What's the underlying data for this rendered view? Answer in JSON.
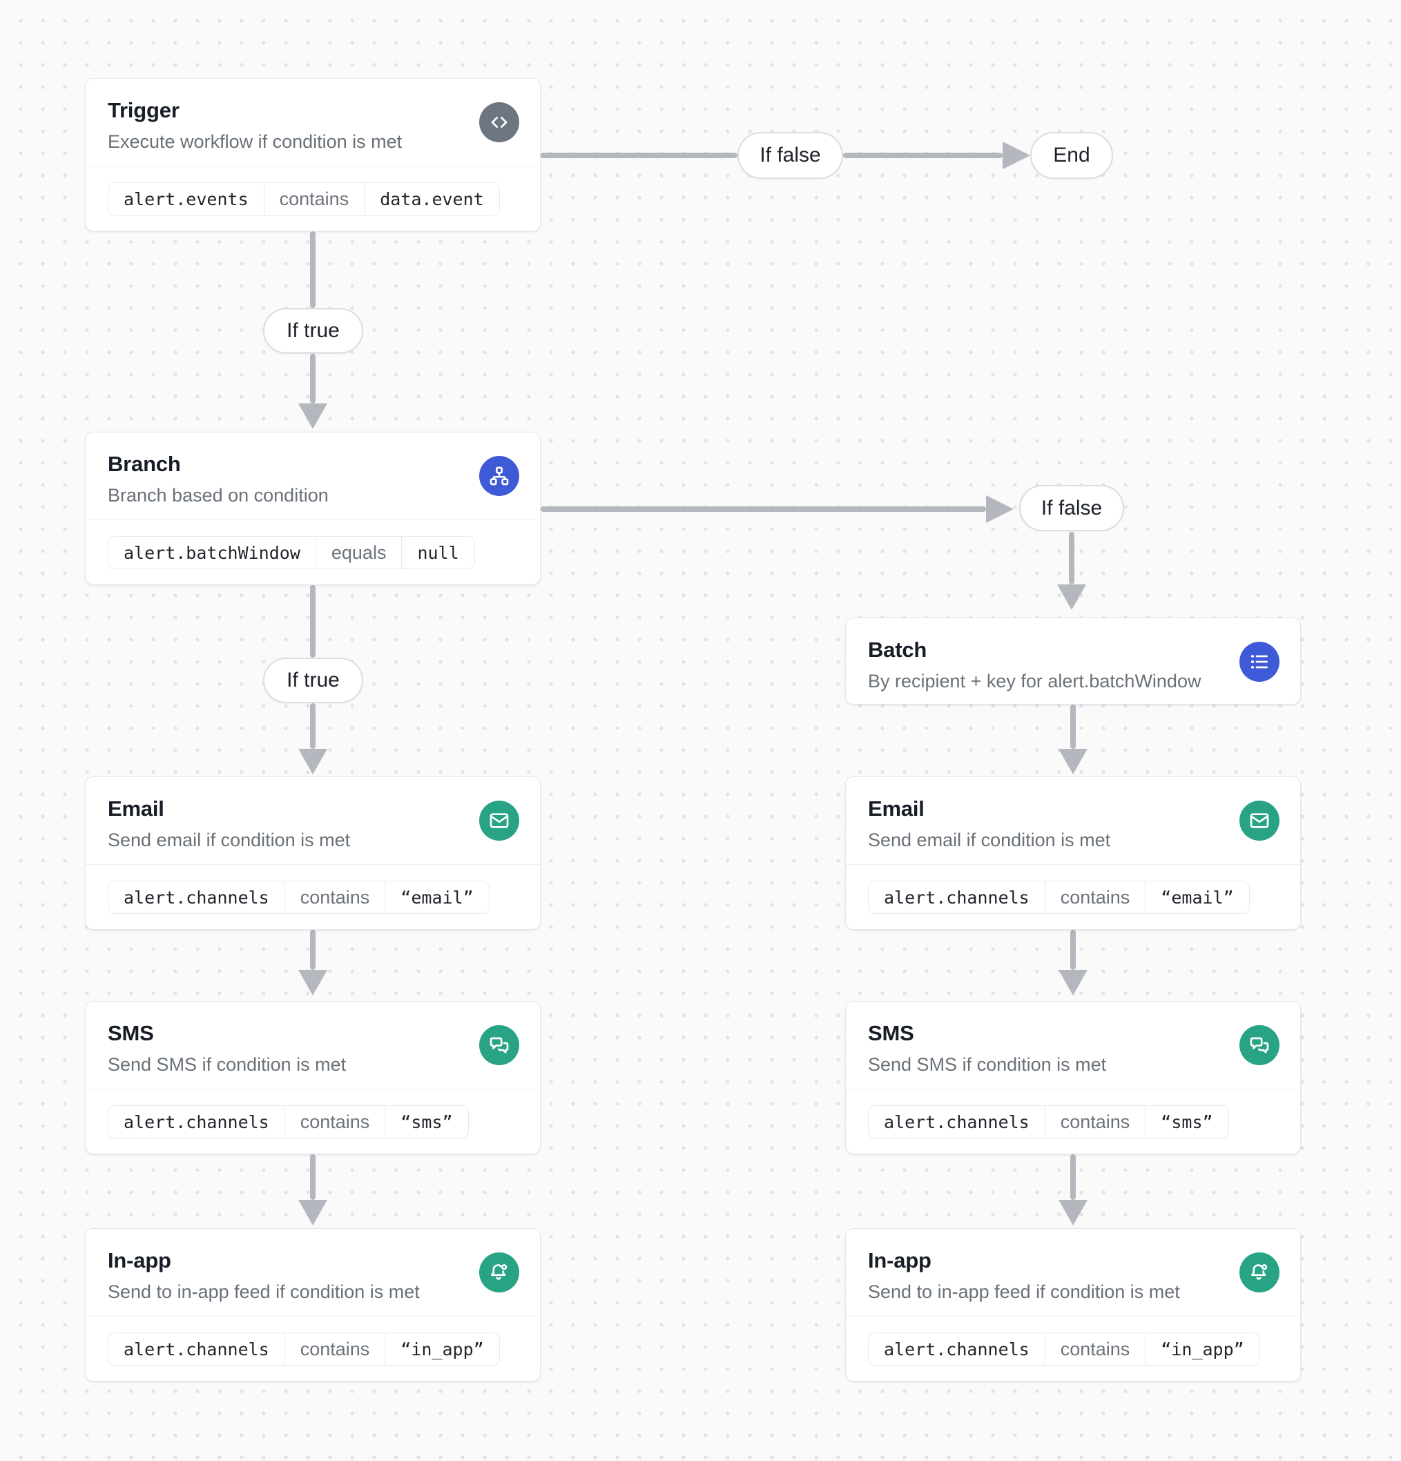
{
  "diagram": {
    "nodes": {
      "trigger": {
        "title": "Trigger",
        "subtitle": "Execute workflow if condition is met",
        "icon": "code-icon",
        "condition": {
          "field": "alert.events",
          "operator": "contains",
          "value": "data.event"
        }
      },
      "branch": {
        "title": "Branch",
        "subtitle": "Branch based on condition",
        "icon": "sitemap-icon",
        "condition": {
          "field": "alert.batchWindow",
          "operator": "equals",
          "value": "null"
        }
      },
      "batch": {
        "title": "Batch",
        "subtitle": "By recipient + key for alert.batchWindow",
        "icon": "list-icon"
      },
      "email_left": {
        "title": "Email",
        "subtitle": "Send email if condition is met",
        "icon": "mail-icon",
        "condition": {
          "field": "alert.channels",
          "operator": "contains",
          "value": "“email”"
        }
      },
      "sms_left": {
        "title": "SMS",
        "subtitle": "Send SMS if condition is met",
        "icon": "chat-icon",
        "condition": {
          "field": "alert.channels",
          "operator": "contains",
          "value": "“sms”"
        }
      },
      "inapp_left": {
        "title": "In-app",
        "subtitle": "Send to in-app feed if condition is met",
        "icon": "bell-icon",
        "condition": {
          "field": "alert.channels",
          "operator": "contains",
          "value": "“in_app”"
        }
      },
      "email_right": {
        "title": "Email",
        "subtitle": "Send email if condition is met",
        "icon": "mail-icon",
        "condition": {
          "field": "alert.channels",
          "operator": "contains",
          "value": "“email”"
        }
      },
      "sms_right": {
        "title": "SMS",
        "subtitle": "Send SMS if condition is met",
        "icon": "chat-icon",
        "condition": {
          "field": "alert.channels",
          "operator": "contains",
          "value": "“sms”"
        }
      },
      "inapp_right": {
        "title": "In-app",
        "subtitle": "Send to in-app feed if condition is met",
        "icon": "bell-icon",
        "condition": {
          "field": "alert.channels",
          "operator": "contains",
          "value": "“in_app”"
        }
      }
    },
    "edge_labels": {
      "if_true": "If true",
      "if_false": "If false",
      "end": "End"
    },
    "colors": {
      "accent_blue": "#3e5ad6",
      "accent_green": "#28a383",
      "icon_gray": "#6d7580",
      "arrow_gray": "#b4b8be"
    }
  }
}
